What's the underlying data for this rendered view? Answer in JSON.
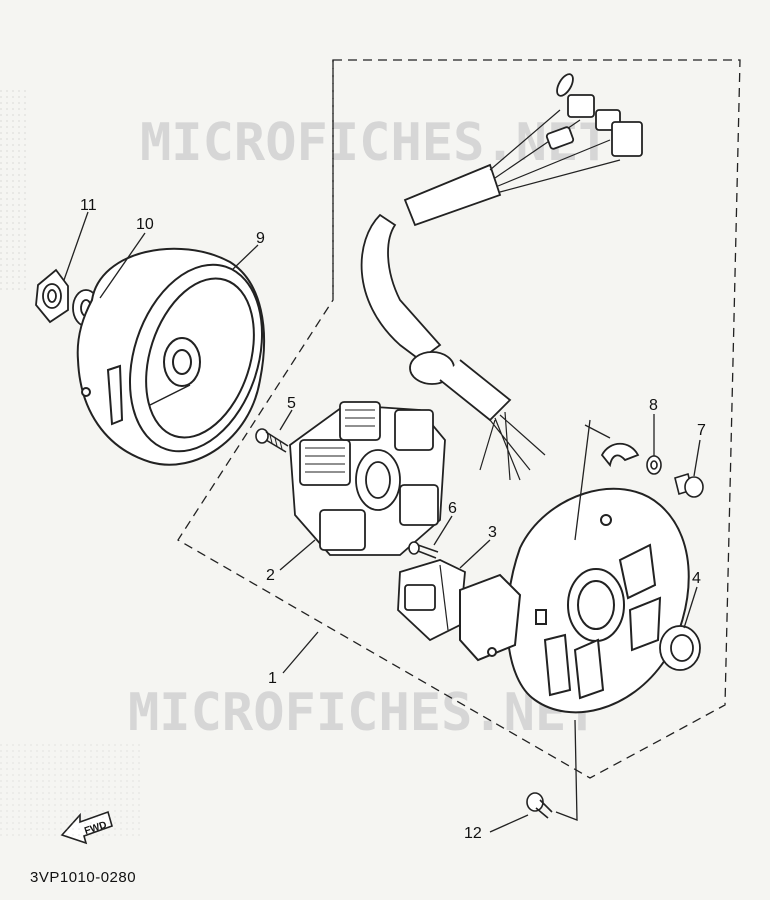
{
  "watermark": {
    "text": "MICROFICHES.NET",
    "color": "#d4d4d4"
  },
  "diagram_code": "3VP1010-0280",
  "fwd_label": "FWD",
  "callouts": [
    {
      "id": "c1",
      "label": "1"
    },
    {
      "id": "c2",
      "label": "2"
    },
    {
      "id": "c3",
      "label": "3"
    },
    {
      "id": "c4",
      "label": "4"
    },
    {
      "id": "c5",
      "label": "5"
    },
    {
      "id": "c6",
      "label": "6"
    },
    {
      "id": "c7",
      "label": "7"
    },
    {
      "id": "c8",
      "label": "8"
    },
    {
      "id": "c9",
      "label": "9"
    },
    {
      "id": "c10",
      "label": "10"
    },
    {
      "id": "c11",
      "label": "11"
    },
    {
      "id": "c12",
      "label": "12"
    }
  ],
  "parts": [
    {
      "ref": "1",
      "name": "stator-assembly"
    },
    {
      "ref": "2",
      "name": "stator-coil"
    },
    {
      "ref": "3",
      "name": "pickup-coil"
    },
    {
      "ref": "4",
      "name": "oil-seal"
    },
    {
      "ref": "5",
      "name": "screw"
    },
    {
      "ref": "6",
      "name": "screw"
    },
    {
      "ref": "7",
      "name": "bolt"
    },
    {
      "ref": "8",
      "name": "washer"
    },
    {
      "ref": "9",
      "name": "rotor-flywheel"
    },
    {
      "ref": "10",
      "name": "washer"
    },
    {
      "ref": "11",
      "name": "nut"
    },
    {
      "ref": "12",
      "name": "bolt"
    }
  ]
}
